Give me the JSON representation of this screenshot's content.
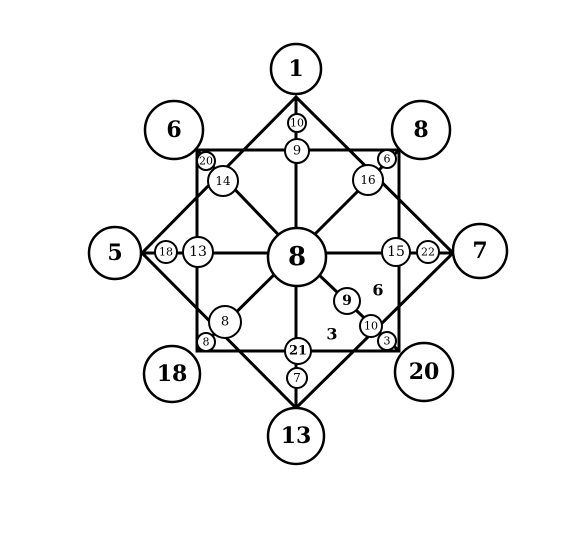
{
  "diagram": {
    "center": {
      "label": "8"
    },
    "outer": [
      {
        "id": "top",
        "label": "1"
      },
      {
        "id": "top-left",
        "label": "6"
      },
      {
        "id": "top-right",
        "label": "8"
      },
      {
        "id": "left",
        "label": "5"
      },
      {
        "id": "right",
        "label": "7"
      },
      {
        "id": "bottom-left",
        "label": "18"
      },
      {
        "id": "bottom-right",
        "label": "20"
      },
      {
        "id": "bottom",
        "label": "13"
      }
    ],
    "inner": [
      {
        "id": "top-apex",
        "label": "10"
      },
      {
        "id": "top-mid",
        "label": "9"
      },
      {
        "id": "corner-tl",
        "label": "20"
      },
      {
        "id": "corner-tr",
        "label": "6"
      },
      {
        "id": "upper-left",
        "label": "14"
      },
      {
        "id": "upper-right",
        "label": "16"
      },
      {
        "id": "left-apex",
        "label": "18"
      },
      {
        "id": "left-mid",
        "label": "13"
      },
      {
        "id": "right-mid",
        "label": "15"
      },
      {
        "id": "right-apex",
        "label": "22"
      },
      {
        "id": "inner-right",
        "label": "9"
      },
      {
        "id": "lower-right",
        "label": "10"
      },
      {
        "id": "lower-left",
        "label": "8"
      },
      {
        "id": "corner-bl",
        "label": "8"
      },
      {
        "id": "corner-br",
        "label": "3"
      },
      {
        "id": "bottom-mid",
        "label": "21"
      },
      {
        "id": "bottom-apex",
        "label": "7"
      }
    ],
    "edge_labels": [
      {
        "id": "edge-6",
        "label": "6"
      },
      {
        "id": "edge-3",
        "label": "3"
      }
    ]
  }
}
